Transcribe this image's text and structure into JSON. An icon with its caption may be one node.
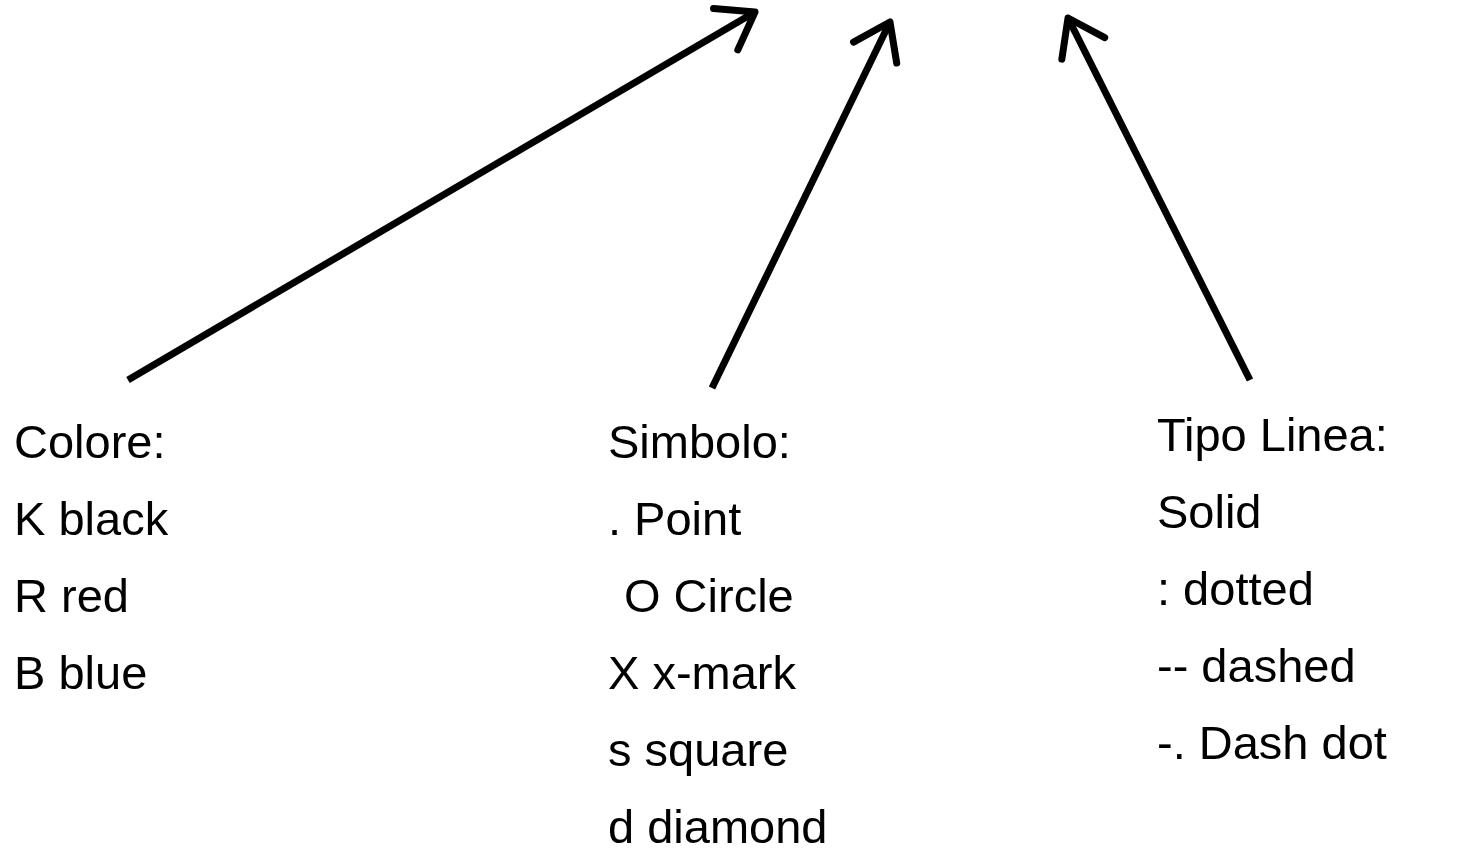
{
  "diagram": {
    "nodes": [
      {
        "text": [
          "Colore:",
          "K black",
          "R red",
          "B blue"
        ]
      },
      {
        "text": [
          "Simbolo:",
          ". Point",
          "O Circle",
          "X x-mark",
          "s square",
          "d diamond"
        ]
      },
      {
        "text": [
          "Tipo Linea:",
          "Solid",
          ": dotted",
          "-- dashed",
          "-. Dash dot"
        ]
      }
    ],
    "edges": [
      {
        "from": 0,
        "to": null,
        "arrow": "to"
      },
      {
        "from": 1,
        "to": null,
        "arrow": "to"
      },
      {
        "from": 2,
        "to": null,
        "arrow": "to"
      }
    ]
  }
}
